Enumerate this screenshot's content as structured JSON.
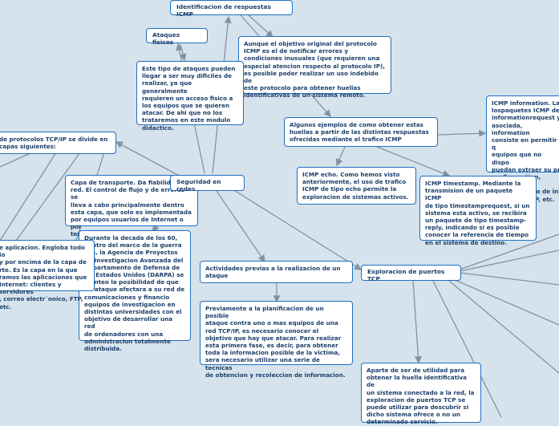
{
  "colors": {
    "background": "#d6e3ec",
    "node_border": "#1f6fc1",
    "node_fill": "#ffffff",
    "node_text": "#1b3f6b",
    "connector": "#8193a3"
  },
  "nodes": {
    "root": {
      "label": "Seguridad en redes"
    },
    "icmp_id": {
      "label": "Identificacion de respuestas ICMP"
    },
    "icmp_desc": {
      "label": "Aunque el objetivo original del protocolo\nICMP es el de notificar errores y\ncondiciones inusuales (que requieren una\nespecial atencion respecto al protocolo IP),\nes posible poder realizar un uso indebido de\neste protocolo para obtener huellas\nidentificativas de un sistema remoto."
    },
    "icmp_examples": {
      "label": "Algunos ejemplos de como obtener estas\nhuellas a partir de las distintas respuestas\nofrecidas mediante el trafico ICMP"
    },
    "icmp_info": {
      "label": "ICMP information. La\nlospaquetes ICMP de\ninformationrequest y\nasociada, information\nconsiste en permitir q\nequipos que no dispo\npuedan extraer su pr\nconfiguraci´on, autoc\nen el momento de ini\nsu direccion IP, etc."
    },
    "icmp_echo": {
      "label": "ICMP echo. Como hemos visto\nanteriormente, el uso de trafico\nICMP de tipo echo permite la\nexploracion de sistemas activos."
    },
    "icmp_timestamp": {
      "label": "ICMP timestamp. Mediante la\ntransmision de un paquete ICMP\nde tipo timestamprequest, si un\nsistema esta activo, se recibira\nun paquete de tipo timestamp-\nreply, indicando si es posible\nconocer la referencia de tiempo\nen el sistema de destino."
    },
    "physical_attacks": {
      "label": "Ataques fisicos"
    },
    "physical_desc": {
      "label": "Este tipo de ataques pueden\nllegar a ser muy dificiles de\nrealizar, ya que generalmente\nrequieren un acceso fisico a\nlos equipos que se quieren\natacar. De ahi que no los\ntrataremos en este modulo\ndidactico."
    },
    "tcpip_layers": {
      "label": "de protocolos TCP/IP se divide en\ncapas siguientes:"
    },
    "transport_layer": {
      "label": "Capa de transporte. Da fiabilidad a la\nred. El control de flujo y de errores se\nlleva a cabo principalmente dentro\nesta capa, que solo es implementada\npor equipos usuarios de Internet o por\nterminales de Internet."
    },
    "application_layer": {
      "label": "e aplicacion. Engloba todo lo\ny por encima de la capa de\nrte. Es la capa en la que\nramos las aplicaciones que\nInternet: clientes y servidores\n, correo electr´onico, FTP, etc."
    },
    "history": {
      "label": "Durante la decada de los 60,\ndentro del marco de la guerra\nfria, la Agencia de Proyectos\nde Investigacion Avanzada del\nDepartamento de Defensa de\nlos Estados Unidos (DARPA) se\nplanteo la posibilidad de que\nun ataque afectara a su red de\ncomunicaciones y financio\nequipos de investigacion en\ndistintas universidades con el\nobjetivo de desarrollar una red\nde ordenadores con una\nadministracion totalmente\ndistribuida."
    },
    "prior_activities": {
      "label": "Actividades previas a la realizacion de un\nataque"
    },
    "prior_desc": {
      "label": "Previamente a la planificacion de un posible\nataque contra uno o mas equipos de una\nred TCP/IP, es necesario conocer el\nobjetivo que hay que atacar. Para realizar\nesta primera fase, es decir, para obtener\ntoda la informacion posible de la victima,\nsera necesario utilizar una serie de tecnicas\nde obtencion y recoleccion de informacion."
    },
    "port_scan": {
      "label": "Exploracion de puertos TCP"
    },
    "port_scan_desc": {
      "label": "Aparte de ser de utilidad para\nobtener la huella identificativa de\nun sistema conectado a la red, la\nexploracion de puertos TCP se\npuede utilizar para descubrir si\ndicho sistema ofrece o no un\ndeterminado servicio."
    }
  }
}
